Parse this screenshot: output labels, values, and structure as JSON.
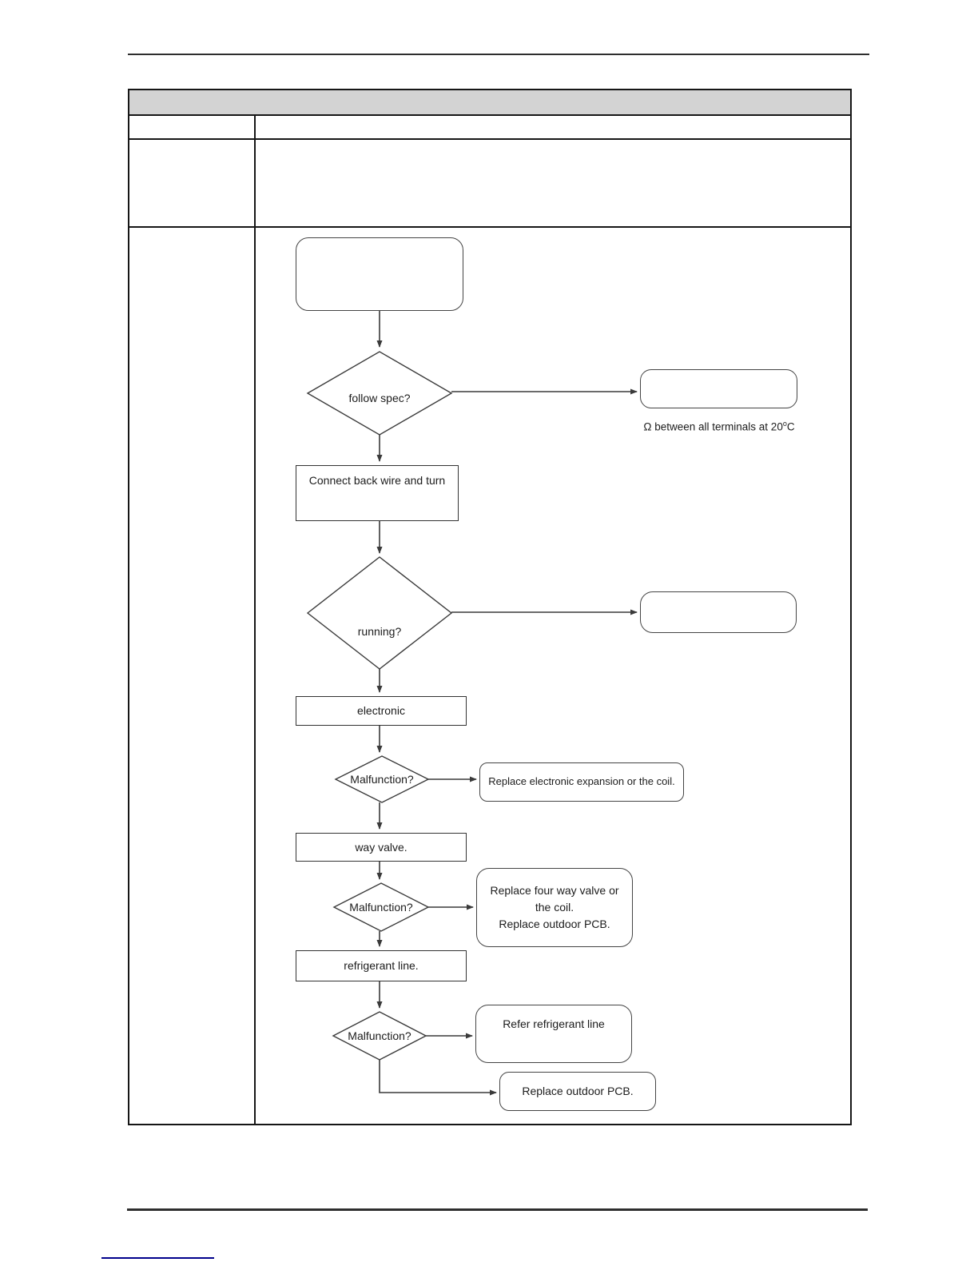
{
  "colors": {
    "table_border": "#161616",
    "table_header_bg": "#d3d3d3",
    "flowchart_line": "#3a3a3a",
    "footer_link_underline": "#00008b"
  },
  "table": {
    "header_label": "",
    "row1_left": "",
    "row1_right": "",
    "row2_left": "",
    "row2_right": "",
    "row3_left": ""
  },
  "flowchart": {
    "start_label": "",
    "decision_follow_spec": "follow spec?",
    "result_box_1": "",
    "omega_note": {
      "prefix": "Ω between all terminals at 20",
      "sup": "o",
      "suffix": "C"
    },
    "process_connect": "Connect back wire and turn",
    "decision_running": "running?",
    "result_box_2": "",
    "process_electronic": "electronic",
    "decision_malfunction_1": "Malfunction?",
    "action_replace_expansion": "Replace electronic expansion or the coil.",
    "process_way_valve": "way valve.",
    "decision_malfunction_2": "Malfunction?",
    "action_replace_four_way": "Replace four way valve or\nthe coil.\nReplace outdoor PCB.",
    "process_refrigerant": "refrigerant line.",
    "decision_malfunction_3": "Malfunction?",
    "action_refer_refrigerant": "Refer refrigerant line",
    "action_replace_pcb": "Replace outdoor PCB."
  },
  "footer": {
    "link_text": ""
  }
}
